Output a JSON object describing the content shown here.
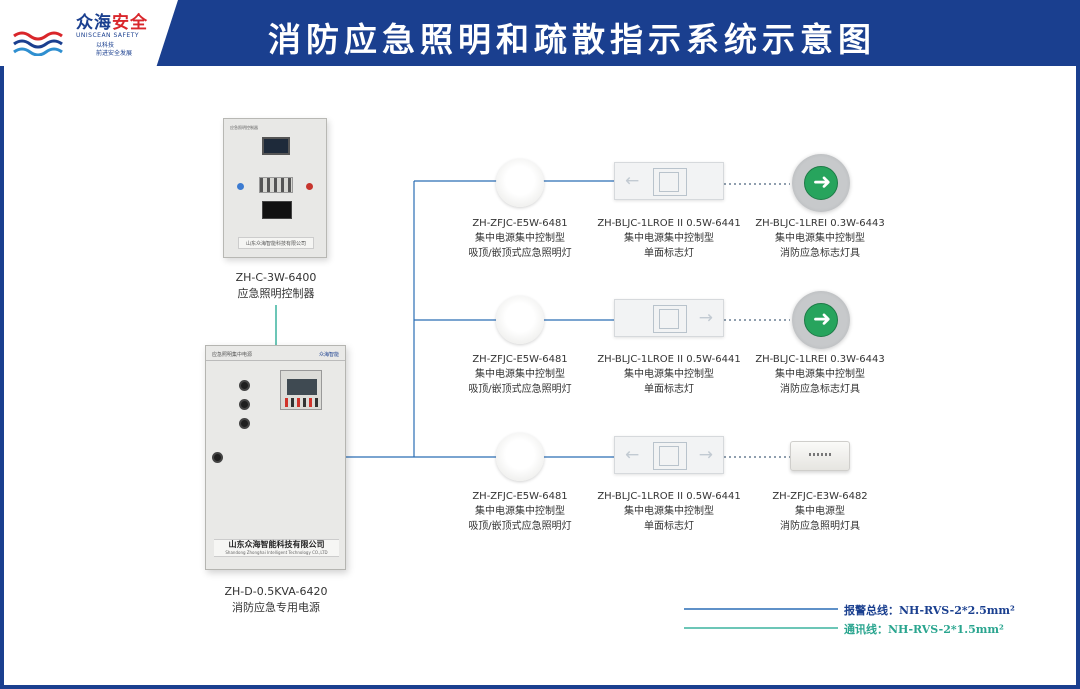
{
  "header": {
    "brand_a": "众海",
    "brand_b": "安全",
    "brand_en": "UNISCEAN SAFETY",
    "slogan_line1": "以科技",
    "slogan_line2": "前进安全发展",
    "title": "消防应急照明和疏散指示系统示意图"
  },
  "controller": {
    "model": "ZH-C-3W-6400",
    "name": "应急照明控制器",
    "panel_header": "应急照明控制器",
    "panel_company": "山东众海智能科技有限公司"
  },
  "power_supply": {
    "model": "ZH-D-0.5KVA-6420",
    "name": "消防应急专用电源",
    "panel_header": "应急照明集中电源",
    "panel_logo": "众海智能",
    "company_cn": "山东众海智能科技有限公司",
    "company_en": "Shandong Zhonghai Intelligent Technology CO.,LTD"
  },
  "rows": [
    {
      "devices": [
        {
          "lines": [
            "ZH-ZFJC-E5W-6481",
            "集中电源集中控制型",
            "吸顶/嵌顶式应急照明灯"
          ]
        },
        {
          "lines": [
            "ZH-BLJC-1LROE II 0.5W-6441",
            "集中电源集中控制型",
            "单面标志灯"
          ]
        },
        {
          "lines": [
            "ZH-BLJC-1LREI 0.3W-6443",
            "集中电源集中控制型",
            "消防应急标志灯具"
          ]
        }
      ]
    },
    {
      "devices": [
        {
          "lines": [
            "ZH-ZFJC-E5W-6481",
            "集中电源集中控制型",
            "吸顶/嵌顶式应急照明灯"
          ]
        },
        {
          "lines": [
            "ZH-BLJC-1LROE II 0.5W-6441",
            "集中电源集中控制型",
            "单面标志灯"
          ]
        },
        {
          "lines": [
            "ZH-BLJC-1LREI 0.3W-6443",
            "集中电源集中控制型",
            "消防应急标志灯具"
          ]
        }
      ]
    },
    {
      "devices": [
        {
          "lines": [
            "ZH-ZFJC-E5W-6481",
            "集中电源集中控制型",
            "吸顶/嵌顶式应急照明灯"
          ]
        },
        {
          "lines": [
            "ZH-BLJC-1LROE II 0.5W-6441",
            "集中电源集中控制型",
            "单面标志灯"
          ]
        },
        {
          "lines": [
            "ZH-ZFJC-E3W-6482",
            "集中电源型",
            "消防应急照明灯具"
          ]
        }
      ]
    }
  ],
  "legend": {
    "alarm_bus": "报警总线：NH-RVS-2*2.5mm²",
    "comm_line": "通讯线：NH-RVS-2*1.5mm²"
  },
  "colors": {
    "brand_blue": "#1a3f8f",
    "wire_blue": "#2a6db5",
    "wire_teal": "#3bb39f",
    "exit_green": "#27a45d"
  }
}
